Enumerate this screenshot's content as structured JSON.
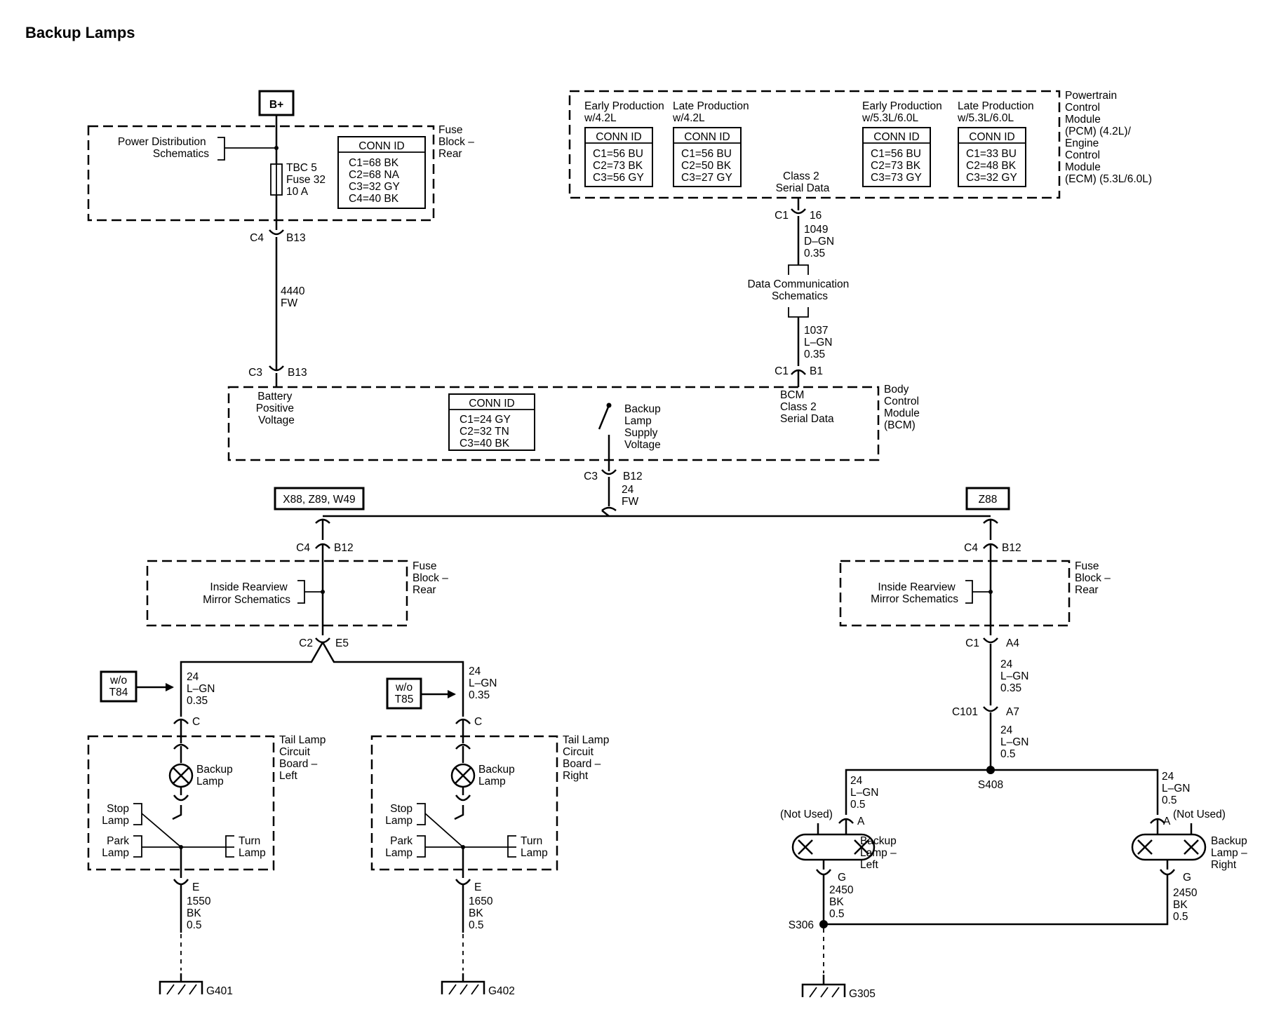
{
  "title": "Backup Lamps",
  "power_source": "B+",
  "fuse_block_top": {
    "label": [
      "Fuse",
      "Block –",
      "Rear"
    ],
    "schematic_ref": [
      "Power Distribution",
      "Schematics"
    ],
    "fuse": [
      "TBC 5",
      "Fuse 32",
      "10 A"
    ],
    "conn_header": "CONN ID",
    "conn": [
      "C1=68 BK",
      "C2=68 NA",
      "C3=32 GY",
      "C4=40 BK"
    ],
    "out_conn_left": "C4",
    "out_conn_right": "B13"
  },
  "wire_4440": [
    "4440",
    "FW"
  ],
  "pcm": {
    "label": [
      "Powertrain",
      "Control",
      "Module",
      "(PCM) (4.2L)/",
      "Engine",
      "Control",
      "Module",
      "(ECM) (5.3L/6.0L)"
    ],
    "groups": [
      {
        "heading": [
          "Early Production",
          "w/4.2L"
        ],
        "header": "CONN ID",
        "rows": [
          "C1=56 BU",
          "C2=73 BK",
          "C3=56 GY"
        ]
      },
      {
        "heading": [
          "Late Production",
          "w/4.2L"
        ],
        "header": "CONN ID",
        "rows": [
          "C1=56 BU",
          "C2=50 BK",
          "C3=27 GY"
        ]
      },
      {
        "heading": [
          "Early Production",
          "w/5.3L/6.0L"
        ],
        "header": "CONN ID",
        "rows": [
          "C1=56 BU",
          "C2=73 BK",
          "C3=73 GY"
        ]
      },
      {
        "heading": [
          "Late Production",
          "w/5.3L/6.0L"
        ],
        "header": "CONN ID",
        "rows": [
          "C1=33 BU",
          "C2=48 BK",
          "C3=32 GY"
        ]
      }
    ],
    "serial_label": [
      "Class 2",
      "Serial Data"
    ],
    "out_conn_left": "C1",
    "out_conn_right": "16"
  },
  "wire_1049": [
    "1049",
    "D–GN",
    "0.35"
  ],
  "data_comm": [
    "Data Communication",
    "Schematics"
  ],
  "wire_1037": [
    "1037",
    "L–GN",
    "0.35"
  ],
  "bcm": {
    "label": [
      "Body",
      "Control",
      "Module",
      "(BCM)"
    ],
    "in_c3_left": "C3",
    "in_c3_right": "B13",
    "in_c1_left": "C1",
    "in_c1_right": "B1",
    "battery_label": [
      "Battery",
      "Positive",
      "Voltage"
    ],
    "conn_header": "CONN ID",
    "conn": [
      "C1=24 GY",
      "C2=32 TN",
      "C3=40 BK"
    ],
    "switch_label": [
      "Backup",
      "Lamp",
      "Supply",
      "Voltage"
    ],
    "serial_label": [
      "BCM",
      "Class 2",
      "Serial Data"
    ],
    "out_conn_left": "C3",
    "out_conn_right": "B12"
  },
  "wire_24_fw": [
    "24",
    "FW"
  ],
  "option_left": "X88, Z89, W49",
  "option_right": "Z88",
  "left_branch": {
    "fuse_conn_left": "C4",
    "fuse_conn_right": "B12",
    "fuse_label": [
      "Fuse",
      "Block –",
      "Rear"
    ],
    "schematic_ref": [
      "Inside Rearview",
      "Mirror Schematics"
    ],
    "split_left": "C2",
    "split_right": "E5",
    "lamps": [
      {
        "option": [
          "w/o",
          "T84"
        ],
        "wire": [
          "24",
          "L–GN",
          "0.35"
        ],
        "conn": "C",
        "board": [
          "Tail Lamp",
          "Circuit",
          "Board –",
          "Left"
        ],
        "backup": [
          "Backup",
          "Lamp"
        ],
        "stop": [
          "Stop",
          "Lamp"
        ],
        "park": [
          "Park",
          "Lamp"
        ],
        "turn": [
          "Turn",
          "Lamp"
        ],
        "ground_conn": "E",
        "ground_wire": [
          "1550",
          "BK",
          "0.5"
        ],
        "ground": "G401"
      },
      {
        "option": [
          "w/o",
          "T85"
        ],
        "wire": [
          "24",
          "L–GN",
          "0.35"
        ],
        "conn": "C",
        "board": [
          "Tail Lamp",
          "Circuit",
          "Board –",
          "Right"
        ],
        "backup": [
          "Backup",
          "Lamp"
        ],
        "stop": [
          "Stop",
          "Lamp"
        ],
        "park": [
          "Park",
          "Lamp"
        ],
        "turn": [
          "Turn",
          "Lamp"
        ],
        "ground_conn": "E",
        "ground_wire": [
          "1650",
          "BK",
          "0.5"
        ],
        "ground": "G402"
      }
    ]
  },
  "right_branch": {
    "fuse_conn_left": "C4",
    "fuse_conn_right": "B12",
    "fuse_label": [
      "Fuse",
      "Block –",
      "Rear"
    ],
    "schematic_ref": [
      "Inside Rearview",
      "Mirror Schematics"
    ],
    "c1_left": "C1",
    "c1_right": "A4",
    "wire_a": [
      "24",
      "L–GN",
      "0.35"
    ],
    "c101_left": "C101",
    "c101_right": "A7",
    "wire_b": [
      "24",
      "L–GN",
      "0.5"
    ],
    "splice": "S408",
    "lamps": [
      {
        "wire": [
          "24",
          "L–GN",
          "0.5"
        ],
        "not_used": "(Not Used)",
        "conn_in": "A",
        "label": [
          "Backup",
          "Lamp –",
          "Left"
        ],
        "conn_out": "G"
      },
      {
        "wire": [
          "24",
          "L–GN",
          "0.5"
        ],
        "not_used": "(Not Used)",
        "conn_in": "A",
        "label": [
          "Backup",
          "Lamp –",
          "Right"
        ],
        "conn_out": "G"
      }
    ],
    "ground_wire_left": [
      "2450",
      "BK",
      "0.5"
    ],
    "ground_wire_right": [
      "2450",
      "BK",
      "0.5"
    ],
    "ground_splice": "S306",
    "ground": "G305"
  }
}
